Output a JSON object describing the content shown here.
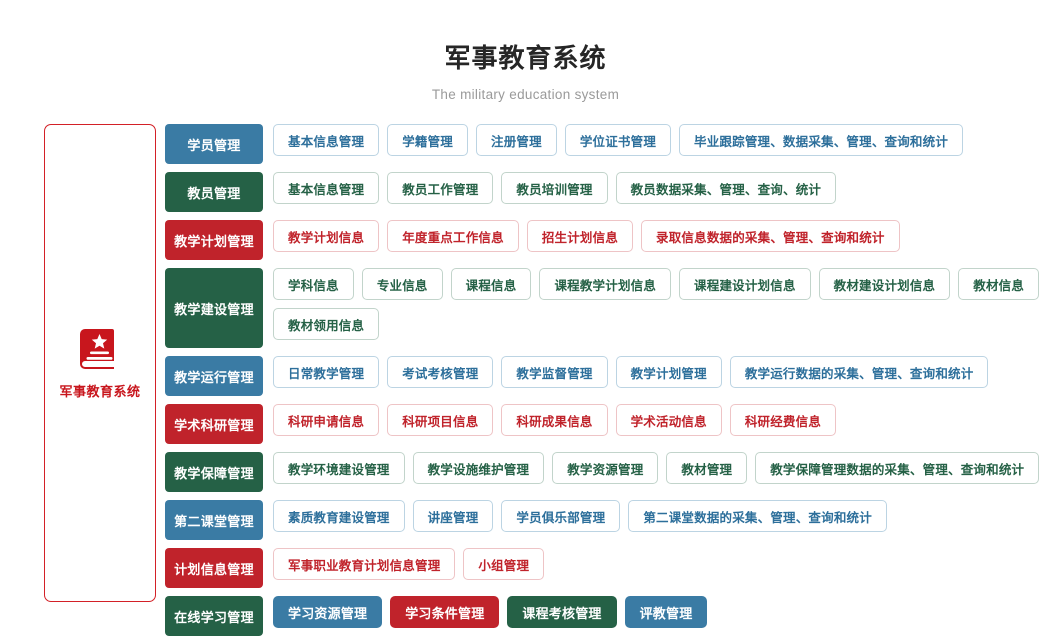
{
  "header": {
    "title": "军事教育系统",
    "subtitle": "The military education system"
  },
  "sidebar": {
    "icon": "book-star-icon",
    "label": "军事教育系统",
    "border_color": "#d32027"
  },
  "theme": {
    "blue": "#3a7ba4",
    "green": "#256146",
    "red": "#c0232b"
  },
  "rows": [
    {
      "label": "学员管理",
      "color": "blue",
      "items": [
        "基本信息管理",
        "学籍管理",
        "注册管理",
        "学位证书管理",
        "毕业跟踪管理、数据采集、管理、查询和统计"
      ]
    },
    {
      "label": "教员管理",
      "color": "green",
      "items": [
        "基本信息管理",
        "教员工作管理",
        "教员培训管理",
        "教员数据采集、管理、查询、统计"
      ]
    },
    {
      "label": "教学计划管理",
      "color": "red",
      "items": [
        "教学计划信息",
        "年度重点工作信息",
        "招生计划信息",
        "录取信息数据的采集、管理、查询和统计"
      ]
    },
    {
      "label": "教学建设管理",
      "color": "green",
      "items": [
        "学科信息",
        "专业信息",
        "课程信息",
        "课程教学计划信息",
        "课程建设计划信息",
        "教材建设计划信息",
        "教材信息",
        "教材领用信息"
      ]
    },
    {
      "label": "教学运行管理",
      "color": "blue",
      "items": [
        "日常教学管理",
        "考试考核管理",
        "教学监督管理",
        "教学计划管理",
        "教学运行数据的采集、管理、查询和统计"
      ]
    },
    {
      "label": "学术科研管理",
      "color": "red",
      "items": [
        "科研申请信息",
        "科研项目信息",
        "科研成果信息",
        "学术活动信息",
        "科研经费信息"
      ]
    },
    {
      "label": "教学保障管理",
      "color": "green",
      "items": [
        "教学环境建设管理",
        "教学设施维护管理",
        "教学资源管理",
        "教材管理",
        "教学保障管理数据的采集、管理、查询和统计"
      ]
    },
    {
      "label": "第二课堂管理",
      "color": "blue",
      "items": [
        "素质教育建设管理",
        "讲座管理",
        "学员俱乐部管理",
        "第二课堂数据的采集、管理、查询和统计"
      ]
    },
    {
      "label": "计划信息管理",
      "color": "red",
      "items": [
        "军事职业教育计划信息管理",
        "小组管理"
      ]
    },
    {
      "label": "在线学习管理",
      "color": "green",
      "solid_items": true,
      "items": [
        "学习资源管理",
        "学习条件管理",
        "课程考核管理",
        "评教管理"
      ],
      "item_colors": [
        "blue",
        "red",
        "green",
        "blue"
      ]
    }
  ]
}
